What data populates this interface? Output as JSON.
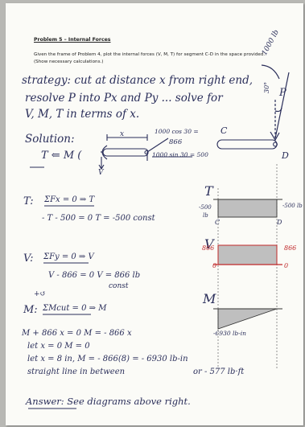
{
  "header": {
    "title": "Problem 5 – Internal Forces",
    "instructions_line1": "Given the frame of Problem 4, plot the internal forces (V, M, T) for segment C-D in the space provided.",
    "instructions_line2": "(Show necessary calculations.)"
  },
  "load": {
    "magnitude": "1000 lb",
    "angle": "30°",
    "force": "P"
  },
  "strategy": {
    "line1": "strategy: cut at distance x from right end,",
    "line2": "resolve P into Px and Py ... solve for",
    "line3": "V, M, T in terms of x."
  },
  "sketch": {
    "beam_c": "C",
    "beam_d": "D",
    "solution_label": "Solution:",
    "fbd_x": "x",
    "fbd_left": "T ⇐ M (",
    "fbd_v": "V",
    "comp_cos": "1000 cos 30 =",
    "comp_866": "866",
    "comp_sin": "1000 sin 30 = 500"
  },
  "calcs": {
    "t_label": "T:",
    "t_eq1": "ΣFx = 0 ⇒ T",
    "t_eq2": "- T - 500 = 0   T = -500 const",
    "v_label": "V:",
    "v_eq1": "ΣFy = 0 ⇒ V",
    "v_eq2": "V - 866 = 0   V = 866 lb",
    "v_const": "const",
    "m_arrow": "+↺",
    "m_label": "M:",
    "m_eq1": "ΣMcut = 0 ⇒ M",
    "m_eq2": "M + 866 x = 0     M = - 866 x",
    "m_eq3": "let x = 0   M = 0",
    "m_eq4": "let x = 8 in, M = - 866(8) = - 6930 lb-in",
    "m_eq5": "straight line in between",
    "m_eq6": "or  - 577 lb·ft",
    "answer": "Answer: See diagrams above right."
  },
  "diagrams": {
    "t_title": "T",
    "t_left_val": "-500",
    "t_left_unit": "lb",
    "t_right_val": "-500 lb",
    "c_label": "C",
    "d_label": "D",
    "v_title": "V",
    "v_left_val": "866",
    "v_right_val": "866",
    "v_zero_left": "0",
    "v_zero_right": "0",
    "m_title": "M",
    "m_val": "-6930 lb-in"
  },
  "colors": {
    "ink": "#2a2e5a",
    "red": "#c0282a",
    "shade": "#bfbfbf"
  }
}
